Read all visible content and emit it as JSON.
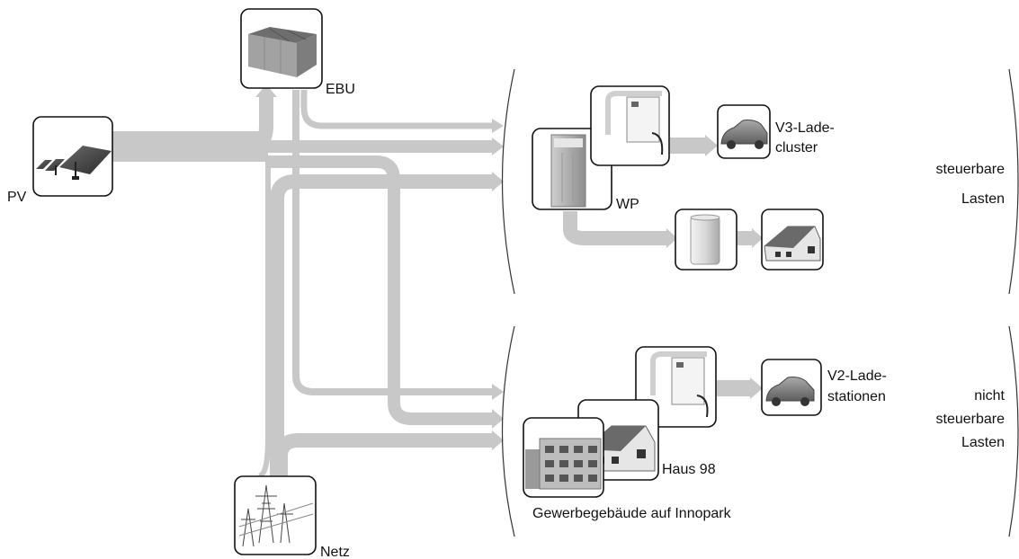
{
  "labels": {
    "pv": "PV",
    "ebu": "EBU",
    "netz": "Netz",
    "wp": "WP",
    "v3_line1": "V3-Lade-",
    "v3_line2": "cluster",
    "v2_line1": "V2-Lade-",
    "v2_line2": "stationen",
    "haus98": "Haus 98",
    "gewerbe": "Gewerbegebäude auf Innopark",
    "steuerbare_line1": "steuerbare",
    "steuerbare_line2": "Lasten",
    "nicht_line1": "nicht",
    "nicht_line2": "steuerbare",
    "nicht_line3": "Lasten"
  },
  "colors": {
    "flow": "#c8c8c8",
    "box_stroke": "#111111",
    "bracket": "#333333",
    "text": "#111111"
  },
  "icons": {
    "pv": "solar-panel-icon",
    "ebu": "battery-storage-icon",
    "netz": "power-grid-pylon-icon",
    "wp": "heat-pump-icon",
    "charger": "wallbox-charger-icon",
    "car": "electric-car-icon",
    "tank": "heat-storage-tank-icon",
    "house": "house-icon",
    "office": "office-building-icon"
  }
}
